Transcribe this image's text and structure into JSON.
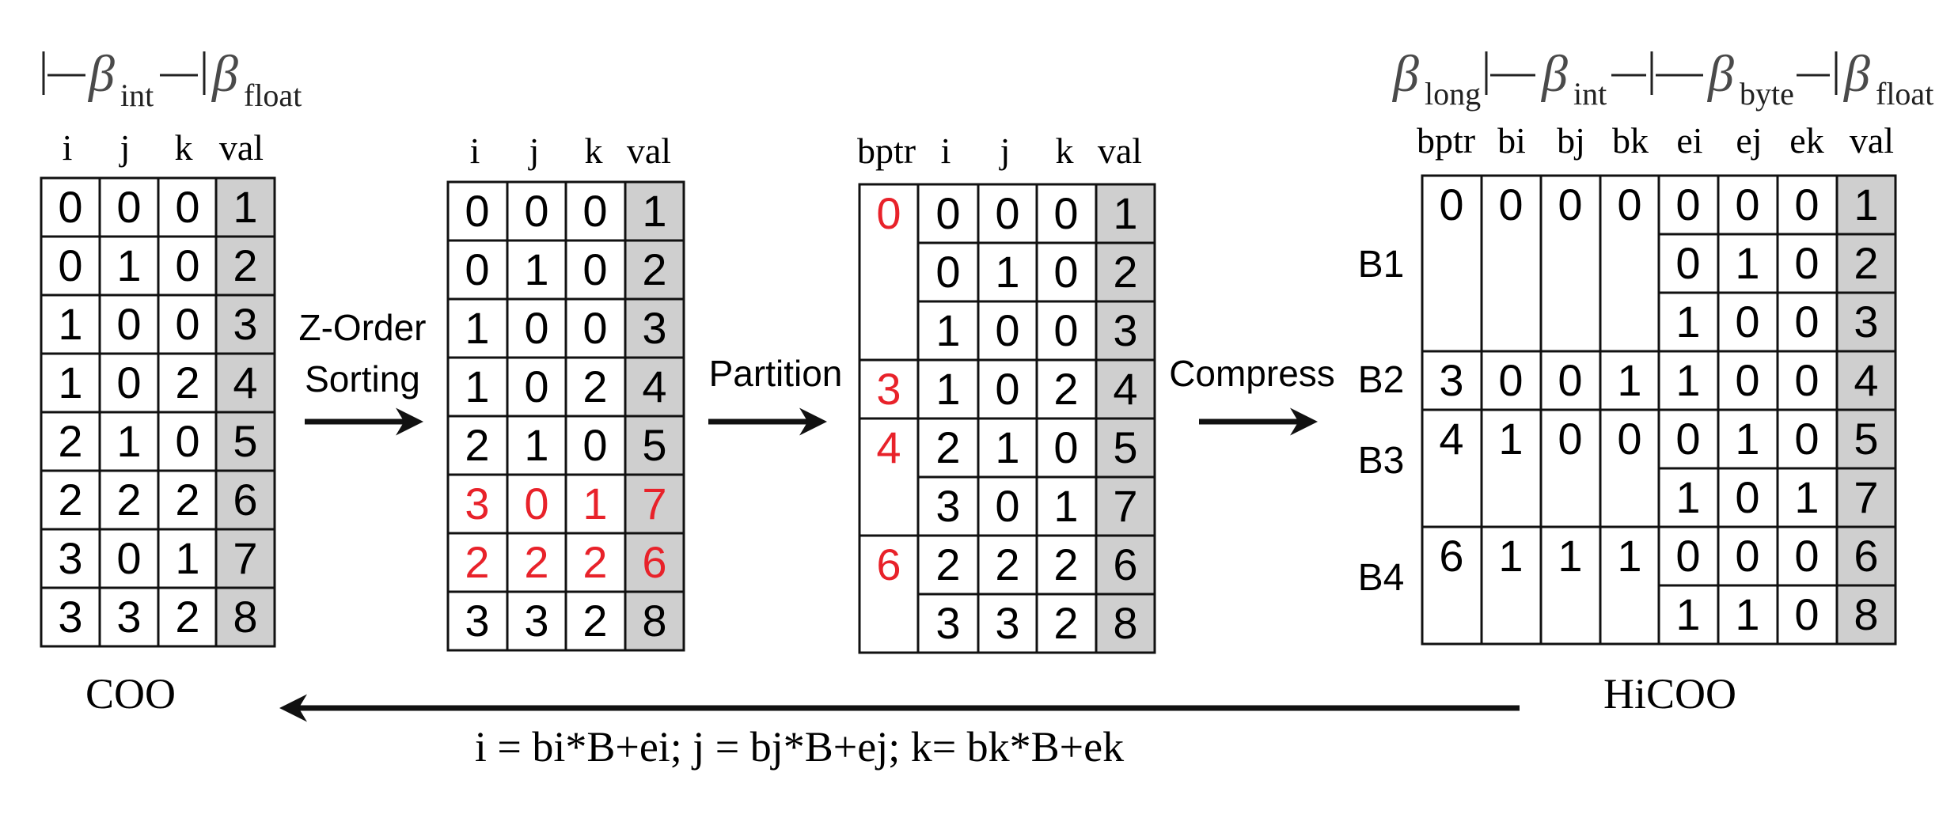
{
  "coo": {
    "beta_int": "int",
    "beta_float": "float",
    "headers": [
      "i",
      "j",
      "k",
      "val"
    ],
    "rows": [
      [
        "0",
        "0",
        "0",
        "1"
      ],
      [
        "0",
        "1",
        "0",
        "2"
      ],
      [
        "1",
        "0",
        "0",
        "3"
      ],
      [
        "1",
        "0",
        "2",
        "4"
      ],
      [
        "2",
        "1",
        "0",
        "5"
      ],
      [
        "2",
        "2",
        "2",
        "6"
      ],
      [
        "3",
        "0",
        "1",
        "7"
      ],
      [
        "3",
        "3",
        "2",
        "8"
      ]
    ],
    "label": "COO"
  },
  "sorted": {
    "headers": [
      "i",
      "j",
      "k",
      "val"
    ],
    "rows": [
      [
        "0",
        "0",
        "0",
        "1"
      ],
      [
        "0",
        "1",
        "0",
        "2"
      ],
      [
        "1",
        "0",
        "0",
        "3"
      ],
      [
        "1",
        "0",
        "2",
        "4"
      ],
      [
        "2",
        "1",
        "0",
        "5"
      ],
      [
        "3",
        "0",
        "1",
        "7"
      ],
      [
        "2",
        "2",
        "2",
        "6"
      ],
      [
        "3",
        "3",
        "2",
        "8"
      ]
    ],
    "highlight_rows": [
      5,
      6
    ]
  },
  "partitioned": {
    "headers": [
      "bptr",
      "i",
      "j",
      "k",
      "val"
    ],
    "bptr": [
      "0",
      "3",
      "4",
      "6"
    ],
    "rows": [
      [
        "0",
        "0",
        "0",
        "1"
      ],
      [
        "0",
        "1",
        "0",
        "2"
      ],
      [
        "1",
        "0",
        "0",
        "3"
      ],
      [
        "1",
        "0",
        "2",
        "4"
      ],
      [
        "2",
        "1",
        "0",
        "5"
      ],
      [
        "3",
        "0",
        "1",
        "7"
      ],
      [
        "2",
        "2",
        "2",
        "6"
      ],
      [
        "3",
        "3",
        "2",
        "8"
      ]
    ]
  },
  "hicoo": {
    "beta_long": "long",
    "beta_int": "int",
    "beta_byte": "byte",
    "beta_float": "float",
    "headers": [
      "bptr",
      "bi",
      "bj",
      "bk",
      "ei",
      "ej",
      "ek",
      "val"
    ],
    "blocks": [
      {
        "name": "B1",
        "bptr": "0",
        "bi": "0",
        "bj": "0",
        "bk": "0",
        "nrows": 3
      },
      {
        "name": "B2",
        "bptr": "3",
        "bi": "0",
        "bj": "0",
        "bk": "1",
        "nrows": 1
      },
      {
        "name": "B3",
        "bptr": "4",
        "bi": "1",
        "bj": "0",
        "bk": "0",
        "nrows": 2
      },
      {
        "name": "B4",
        "bptr": "6",
        "bi": "1",
        "bj": "1",
        "bk": "1",
        "nrows": 2
      }
    ],
    "elements": [
      [
        "0",
        "0",
        "0",
        "1"
      ],
      [
        "0",
        "1",
        "0",
        "2"
      ],
      [
        "1",
        "0",
        "0",
        "3"
      ],
      [
        "1",
        "0",
        "0",
        "4"
      ],
      [
        "0",
        "1",
        "0",
        "5"
      ],
      [
        "1",
        "0",
        "1",
        "7"
      ],
      [
        "0",
        "0",
        "0",
        "6"
      ],
      [
        "1",
        "1",
        "0",
        "8"
      ]
    ],
    "label": "HiCOO"
  },
  "arrows": {
    "sorting_line1": "Z-Order",
    "sorting_line2": "Sorting",
    "partition": "Partition",
    "compress": "Compress",
    "formula": "i = bi*B+ei;  j = bj*B+ej;  k= bk*B+ek"
  },
  "colors": {
    "line": "#111111",
    "val_fill": "#cfcfcf",
    "highlight": "#e8222a"
  }
}
